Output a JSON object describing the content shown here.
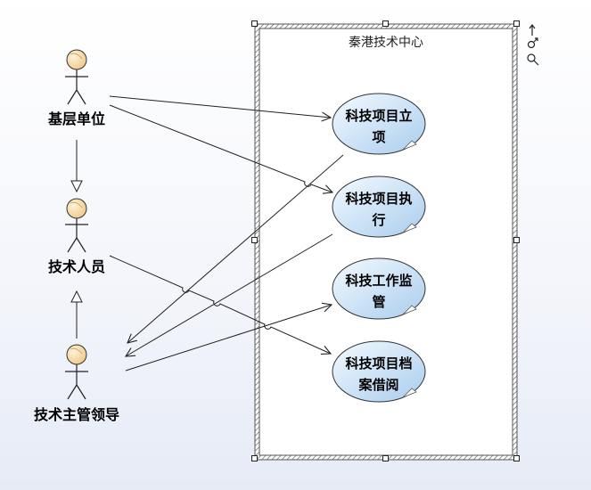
{
  "system": {
    "title": "秦港技术中心"
  },
  "actors": [
    {
      "id": "base",
      "label": "基层单位"
    },
    {
      "id": "tech",
      "label": "技术人员"
    },
    {
      "id": "lead",
      "label": "技术主管领导"
    }
  ],
  "use_cases": [
    {
      "id": "uc1",
      "line1": "科技项目立",
      "line2": "项"
    },
    {
      "id": "uc2",
      "line1": "科技项目执",
      "line2": "行"
    },
    {
      "id": "uc3",
      "line1": "科技工作监",
      "line2": "管"
    },
    {
      "id": "uc4",
      "line1": "科技项目档",
      "line2": "案借阅"
    }
  ],
  "colors": {
    "actor_head": "#f5d39a",
    "usecase_fill_light": "#eaf4fd",
    "usecase_fill_dark": "#b6d5f0",
    "border": "#333333"
  },
  "toolbar_icons": [
    "arrow-up-icon",
    "link-icon",
    "search-icon"
  ]
}
